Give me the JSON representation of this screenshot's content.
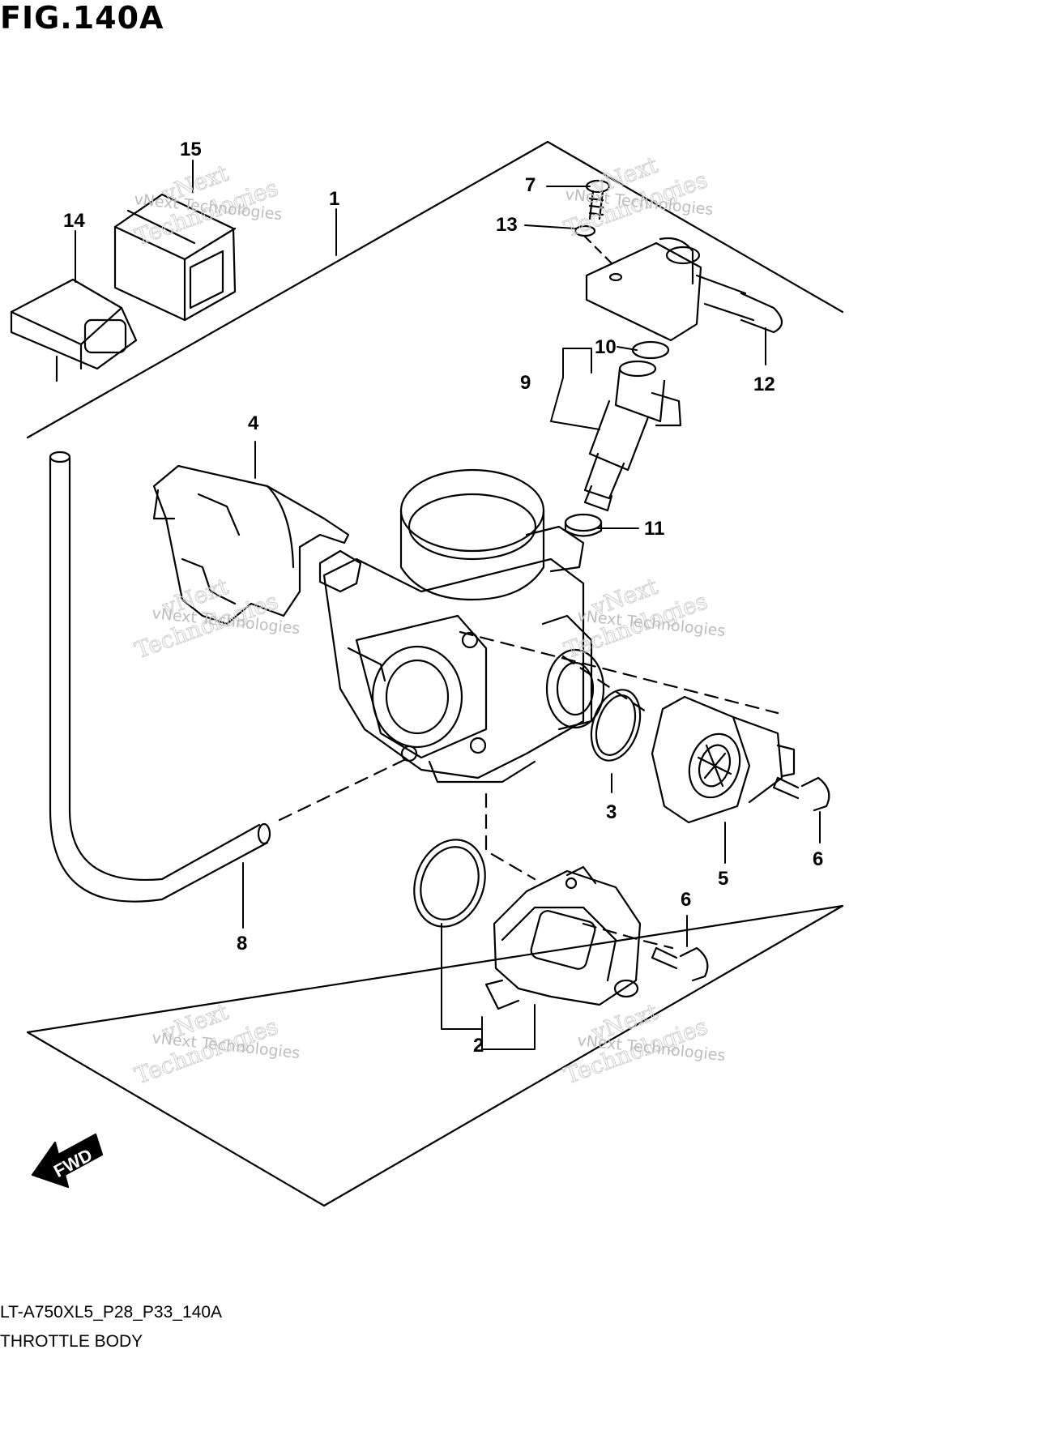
{
  "figure": {
    "title": "FIG.140A",
    "model_code": "LT-A750XL5_P28_P33_140A",
    "part_title": "THROTTLE BODY"
  },
  "callouts": [
    "1",
    "2",
    "3",
    "4",
    "5",
    "6",
    "6",
    "7",
    "8",
    "9",
    "10",
    "11",
    "12",
    "13",
    "14",
    "15"
  ],
  "direction_marker": "FWD",
  "watermark": {
    "line1": "vNext",
    "line2": "vNext Technologies",
    "line3": "Technologies"
  },
  "colors": {
    "ink": "#000000",
    "watermark": "#bdbdbd",
    "background": "#ffffff"
  }
}
